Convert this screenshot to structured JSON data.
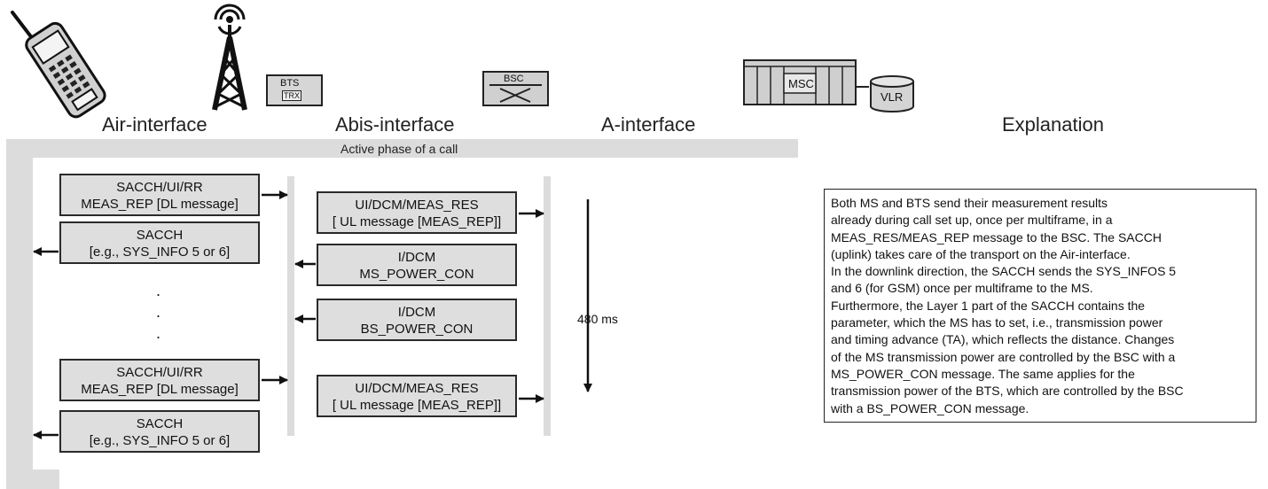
{
  "interfaces": {
    "air": "Air-interface",
    "abis": "Abis-interface",
    "a": "A-interface",
    "explanation": "Explanation"
  },
  "equipment": {
    "bts_label": "BTS",
    "trx_label": "TRX",
    "bsc_label": "BSC",
    "msc_label": "MSC",
    "vlr_label": "VLR"
  },
  "phase_label": "Active phase of a call",
  "air_messages": [
    {
      "line1": "SACCH/UI/RR",
      "line2": "MEAS_REP [DL message]",
      "direction": "uplink"
    },
    {
      "line1": "SACCH",
      "line2": "[e.g., SYS_INFO 5 or 6]",
      "direction": "downlink"
    },
    {
      "line1": "SACCH/UI/RR",
      "line2": "MEAS_REP [DL message]",
      "direction": "uplink"
    },
    {
      "line1": "SACCH",
      "line2": "[e.g., SYS_INFO 5 or 6]",
      "direction": "downlink"
    }
  ],
  "abis_messages": [
    {
      "line1": "UI/DCM/MEAS_RES",
      "line2": "[ UL message [MEAS_REP]]",
      "direction": "uplink"
    },
    {
      "line1": "I/DCM",
      "line2": "MS_POWER_CON",
      "direction": "downlink"
    },
    {
      "line1": "I/DCM",
      "line2": "BS_POWER_CON",
      "direction": "downlink"
    },
    {
      "line1": "UI/DCM/MEAS_RES",
      "line2": "[ UL message [MEAS_REP]]",
      "direction": "uplink"
    }
  ],
  "ellipsis": ".",
  "timing_label": "480 ms",
  "explanation_lines": [
    "Both MS and BTS send their measurement results",
    "already during call set up, once per multiframe, in a",
    "MEAS_RES/MEAS_REP message to the BSC. The SACCH",
    "(uplink) takes care of the transport on the Air-interface.",
    "In the downlink direction, the SACCH sends the SYS_INFOS 5",
    "and 6 (for GSM) once per multiframe to the MS.",
    "Furthermore, the Layer 1 part of the SACCH contains the",
    "parameter, which the MS has to set, i.e., transmission power",
    "and timing advance (TA), which reflects the distance. Changes",
    "of the MS transmission power are controlled by the BSC with a",
    "MS_POWER_CON message. The same applies for the",
    "transmission power of the BTS, which are controlled by the BSC",
    "with a BS_POWER_CON message."
  ]
}
